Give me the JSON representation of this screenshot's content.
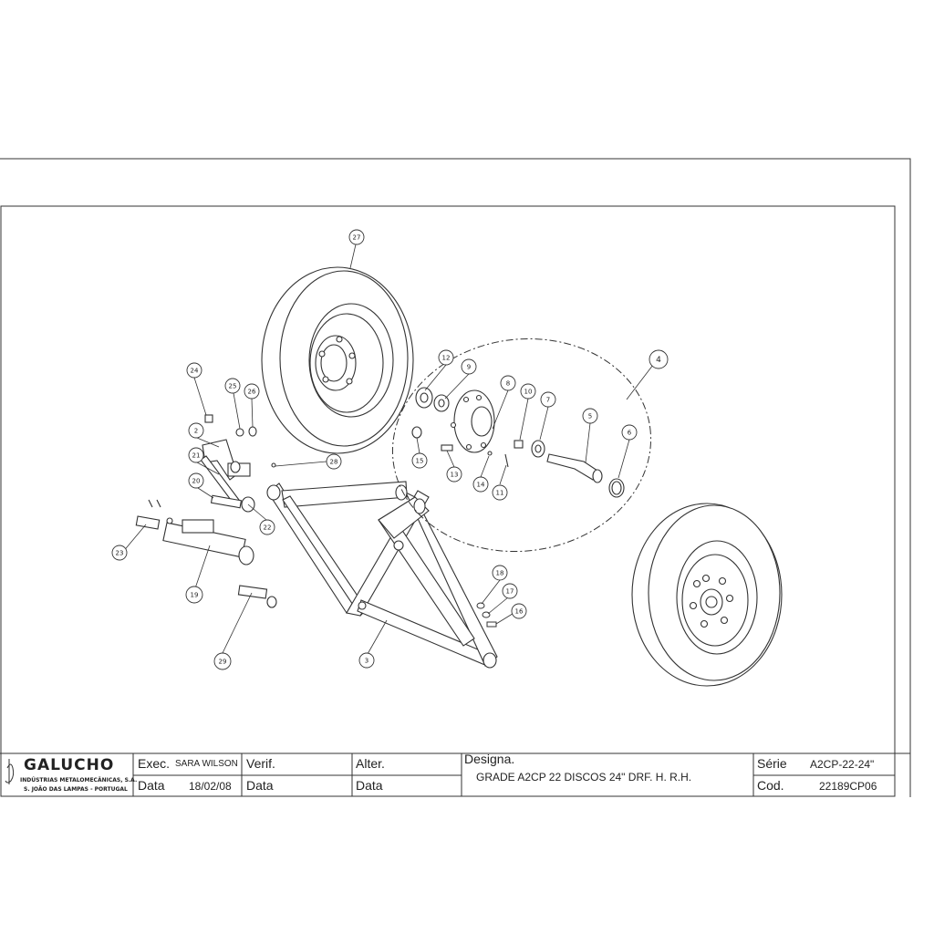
{
  "title_block": {
    "company_name": "GALUCHO",
    "company_line1": "INDÚSTRIAS METALOMECÂNICAS, S.A.",
    "company_line2": "S. JOÃO DAS LAMPAS - PORTUGAL",
    "exec_label": "Exec.",
    "exec_value": "SARA WILSON",
    "data_label": "Data",
    "data_value": "18/02/08",
    "verif_label": "Verif.",
    "verif_data_label": "Data",
    "alter_label": "Alter.",
    "alter_data_label": "Data",
    "designa_label": "Designa.",
    "designa_value": "GRADE A2CP 22 DISCOS 24\" DRF. H. R.H.",
    "serie_label": "Série",
    "serie_value": "A2CP-22-24\"",
    "cod_label": "Cod.",
    "cod_value": "22189CP06"
  },
  "callouts": [
    "27",
    "24",
    "25",
    "26",
    "2",
    "21",
    "20",
    "22",
    "23",
    "19",
    "29",
    "28",
    "3",
    "12",
    "9",
    "8",
    "10",
    "7",
    "5",
    "4",
    "6",
    "15",
    "13",
    "14",
    "11",
    "18",
    "17",
    "16"
  ]
}
